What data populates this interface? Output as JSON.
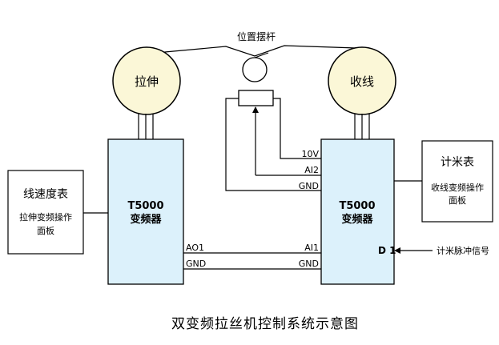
{
  "diagram": {
    "title": "双变频拉丝机控制系统示意图",
    "colors": {
      "motor_fill": "#fbf7d7",
      "vfd_fill": "#dcf1fb",
      "line": "#000000"
    },
    "motors": {
      "left": "拉伸",
      "right": "收线"
    },
    "dancer_label": "位置摆杆",
    "vfd_left": {
      "line1": "T5000",
      "line2": "变频器",
      "port1": "AO1",
      "port2": "GND"
    },
    "vfd_right": {
      "line1": "T5000",
      "line2": "变频器",
      "top_ports": [
        "10V",
        "AI2",
        "GND"
      ],
      "port_ai1": "AI1",
      "port_gnd2": "GND",
      "port_d1": "D 1"
    },
    "speed_meter": {
      "title": "线速度表",
      "sub1": "拉伸变频操作",
      "sub2": "面板"
    },
    "length_meter": {
      "title": "计米表",
      "sub1": "收线变频操作",
      "sub2": "面板"
    },
    "pulse_signal": "计米脉冲信号"
  }
}
